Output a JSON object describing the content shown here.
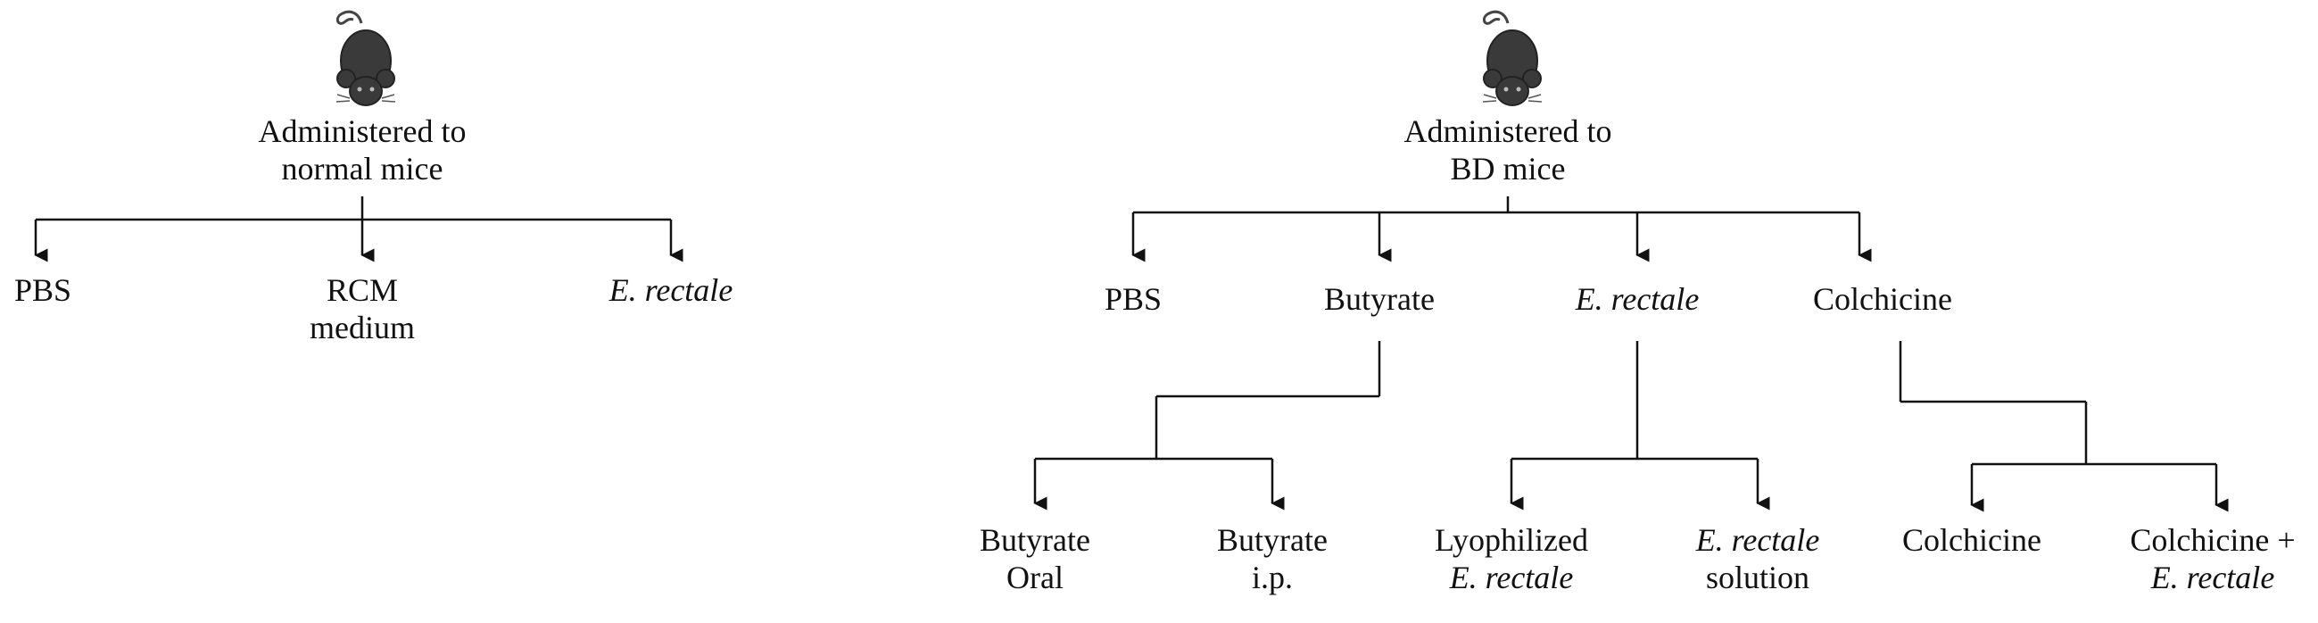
{
  "left_tree": {
    "root_line1": "Administered to",
    "root_line2": "normal mice",
    "groups": [
      {
        "line1": "PBS",
        "line2": ""
      },
      {
        "line1": "RCM",
        "line2": "medium"
      },
      {
        "line1": "E. rectale",
        "line2": ""
      }
    ]
  },
  "right_tree": {
    "root_line1": "Administered to",
    "root_line2": "BD mice",
    "groups": [
      {
        "label": "PBS"
      },
      {
        "label": "Butyrate"
      },
      {
        "label": "E. rectale"
      },
      {
        "label": "Colchicine"
      }
    ],
    "subgroups": {
      "butyrate": [
        {
          "line1": "Butyrate",
          "line2": "Oral"
        },
        {
          "line1": "Butyrate",
          "line2": "i.p."
        }
      ],
      "e_rectale": [
        {
          "line1": "Lyophilized",
          "line2": "E. rectale"
        },
        {
          "line1": "E. rectale",
          "line2": "solution"
        }
      ],
      "colchicine": [
        {
          "line1": "Colchicine",
          "line2": ""
        },
        {
          "line1": "Colchicine +",
          "line2": "E. rectale"
        }
      ]
    }
  },
  "icons": {
    "mouse": "mouse-icon"
  },
  "colors": {
    "line": "#111111",
    "mouse_body": "#3a3a3a",
    "text": "#111111"
  }
}
